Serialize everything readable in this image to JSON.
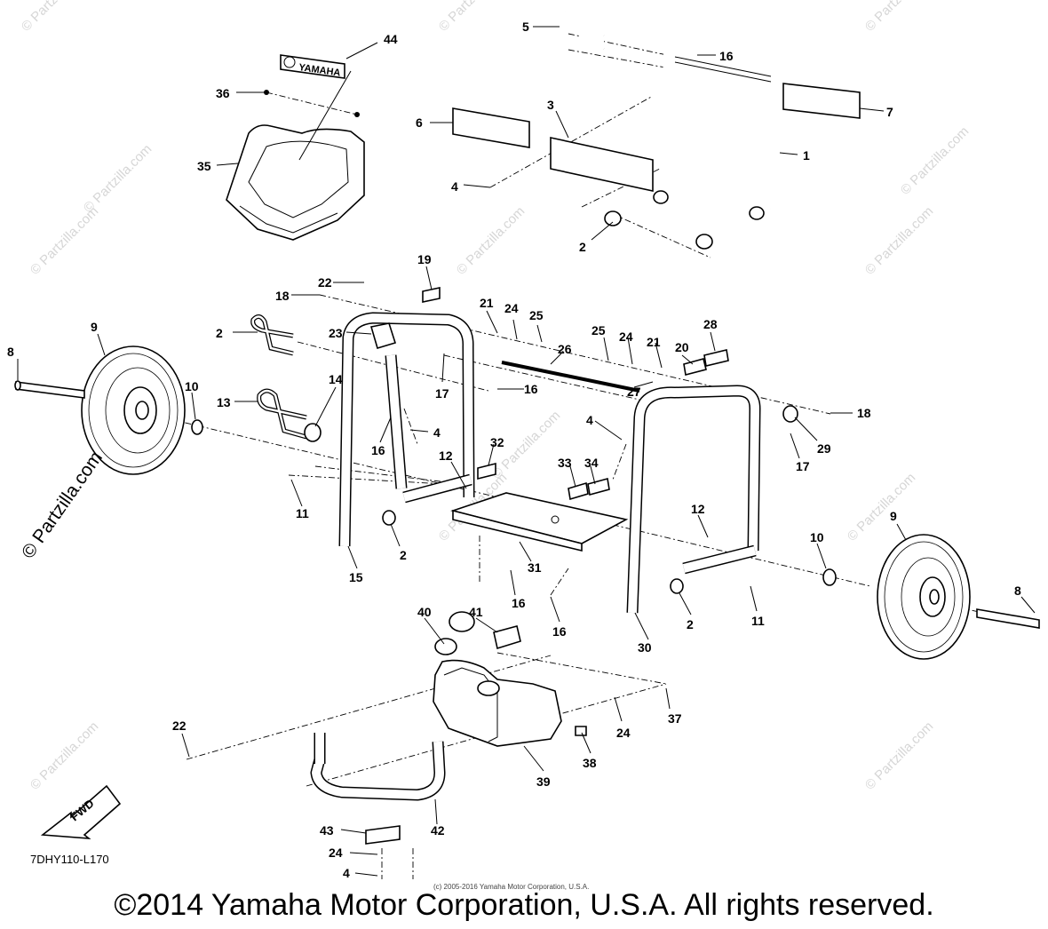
{
  "footer": {
    "copyright": "©2014 Yamaha Motor Corporation, U.S.A. All rights reserved."
  },
  "small_copyright": "(c) 2005-2016 Yamaha Motor Corporation, U.S.A.",
  "diagram_code": "7DHY110-L170",
  "watermark": "© Partzilla.com",
  "direction_label": "FWD",
  "logo_text": "YAMAHA",
  "callouts": {
    "c1": "1",
    "c2a": "2",
    "c2b": "2",
    "c2c": "2",
    "c2d": "2",
    "c3": "3",
    "c4a": "4",
    "c4b": "4",
    "c4c": "4",
    "c4d": "4",
    "c5": "5",
    "c6": "6",
    "c7": "7",
    "c8a": "8",
    "c8b": "8",
    "c9a": "9",
    "c9b": "9",
    "c10a": "10",
    "c10b": "10",
    "c11a": "11",
    "c11b": "11",
    "c12a": "12",
    "c12b": "12",
    "c13": "13",
    "c14": "14",
    "c15": "15",
    "c16a": "16",
    "c16b": "16",
    "c16c": "16",
    "c16d": "16",
    "c16e": "16",
    "c17a": "17",
    "c17b": "17",
    "c18a": "18",
    "c18b": "18",
    "c19": "19",
    "c20": "20",
    "c21a": "21",
    "c21b": "21",
    "c22a": "22",
    "c22b": "22",
    "c23": "23",
    "c24a": "24",
    "c24b": "24",
    "c24c": "24",
    "c24d": "24",
    "c25a": "25",
    "c25b": "25",
    "c26": "26",
    "c27": "27",
    "c28": "28",
    "c29": "29",
    "c30": "30",
    "c31": "31",
    "c32": "32",
    "c33": "33",
    "c34": "34",
    "c35": "35",
    "c36": "36",
    "c37": "37",
    "c38": "38",
    "c39": "39",
    "c40": "40",
    "c41": "41",
    "c42": "42",
    "c43": "43",
    "c44": "44"
  }
}
